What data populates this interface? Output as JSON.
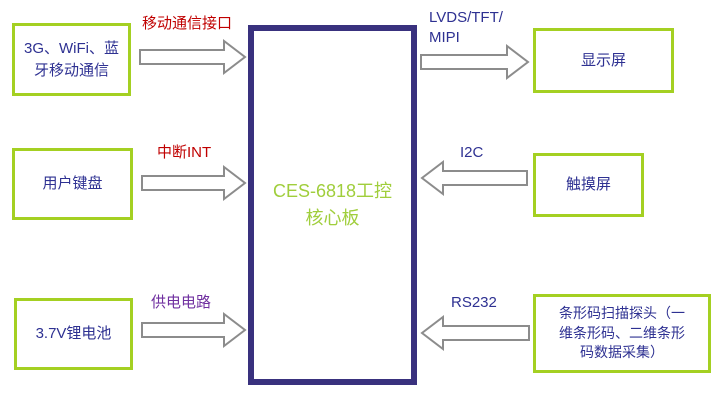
{
  "diagram": {
    "center_box": {
      "label": "CES-6818工控\n核心板"
    },
    "left_boxes": [
      {
        "label": "3G、WiFi、蓝\n牙移动通信"
      },
      {
        "label": "用户键盘"
      },
      {
        "label": "3.7V锂电池"
      }
    ],
    "right_boxes": [
      {
        "label": "显示屏"
      },
      {
        "label": "触摸屏"
      },
      {
        "label": "条形码扫描探头（一\n维条形码、二维条形\n码数据采集）"
      }
    ],
    "connections": {
      "mobile": {
        "label": "移动通信接口",
        "direction": "left-to-center",
        "color": "#C00000"
      },
      "lvds": {
        "label": "LVDS/TFT/\nMIPI",
        "direction": "center-to-right",
        "color": "#2E3192"
      },
      "interrupt": {
        "label": "中断INT",
        "direction": "left-to-center",
        "color": "#C00000"
      },
      "i2c": {
        "label": "I2C",
        "direction": "right-to-center",
        "color": "#2E3192"
      },
      "power": {
        "label": "供电电路",
        "direction": "left-to-center",
        "color": "#7030A0"
      },
      "rs232": {
        "label": "RS232",
        "direction": "right-to-center",
        "color": "#2E3192"
      }
    },
    "colors": {
      "peripheral_border": "#A4D022",
      "center_border": "#39317E",
      "box_text": "#2E3192",
      "center_text": "#A0CE3C",
      "arrow_stroke": "#8C8C8C",
      "arrow_fill": "#FFFFFF",
      "label_red": "#C00000",
      "label_purple": "#7030A0",
      "label_blue": "#2E3192",
      "background": "#FFFFFF"
    }
  }
}
